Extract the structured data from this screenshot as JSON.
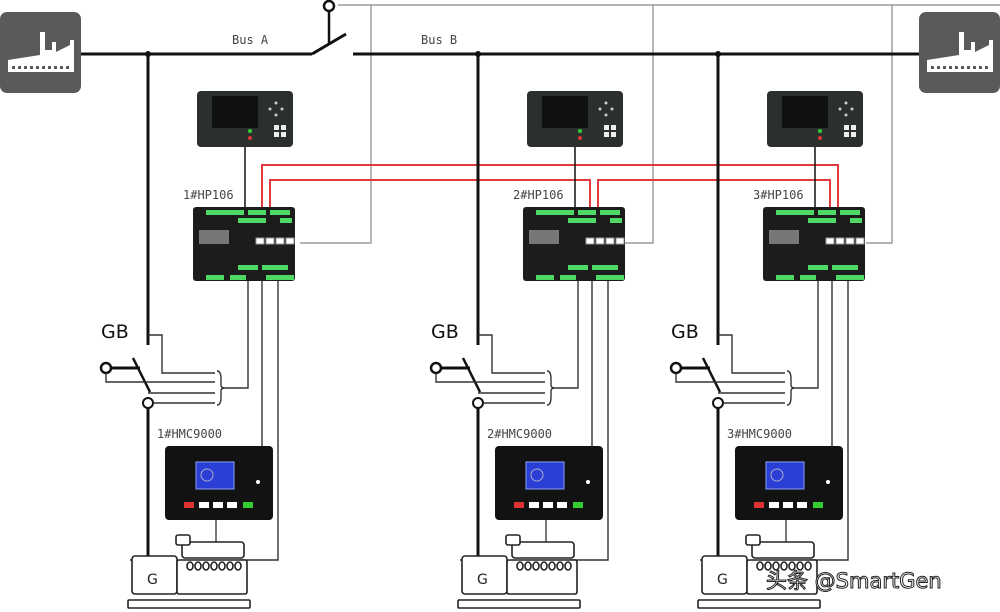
{
  "diagram": {
    "title": "Generator set parallel system with bus tie",
    "buses": [
      {
        "label": "Bus A"
      },
      {
        "label": "Bus B"
      }
    ],
    "utility_icons": [
      {
        "name": "left-utility-factory-icon"
      },
      {
        "name": "right-utility-factory-icon"
      }
    ],
    "units": [
      {
        "hp_label": "1#HP106",
        "hmc_label": "1#HMC9000",
        "breaker_label": "GB",
        "generator_glyph": "G"
      },
      {
        "hp_label": "2#HP106",
        "hmc_label": "2#HMC9000",
        "breaker_label": "GB",
        "generator_glyph": "G"
      },
      {
        "hp_label": "3#HP106",
        "hmc_label": "3#HMC9000",
        "breaker_label": "GB",
        "generator_glyph": "G"
      }
    ],
    "watermark": "头条 @SmartGen",
    "colors": {
      "bus_line": "#111111",
      "comm_line": "#e23a3a",
      "control_line": "#888888",
      "controller_green": "#4cd964",
      "screen_blue": "#2a3fd6",
      "icon_bg": "#5a5a5a"
    }
  }
}
